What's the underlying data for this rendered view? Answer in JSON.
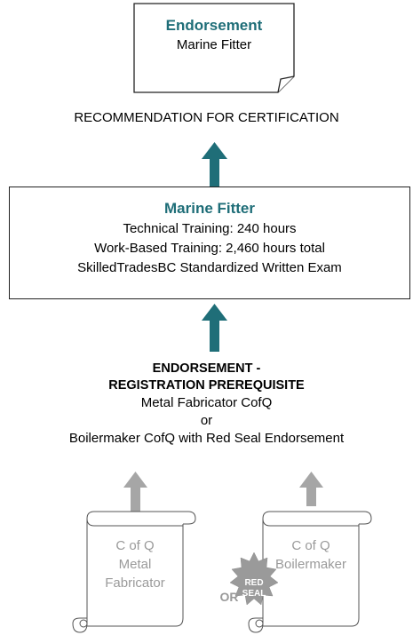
{
  "endorsement": {
    "title": "Endorsement",
    "subtitle": "Marine Fitter"
  },
  "recommendation": "RECOMMENDATION FOR CERTIFICATION",
  "main": {
    "title": "Marine Fitter",
    "technical_training": "Technical Training:  240 hours",
    "work_based_training": "Work-Based Training:  2,460 hours total",
    "exam": "SkilledTradesBC Standardized Written Exam"
  },
  "prerequisite": {
    "heading_line1": "ENDORSEMENT -",
    "heading_line2": "REGISTRATION PREREQUISITE",
    "option1": "Metal Fabricator CofQ",
    "or": "or",
    "option2": "Boilermaker CofQ with Red Seal Endorsement"
  },
  "certificates": {
    "left": {
      "line1": "C of Q",
      "line2": "Metal",
      "line3": "Fabricator"
    },
    "right": {
      "line1": "C of Q",
      "line2": "Boilermaker"
    },
    "or_label": "OR",
    "seal_line1": "RED",
    "seal_line2": "SEAL"
  },
  "colors": {
    "teal": "#1f6e78",
    "gray": "#a6a6a6"
  }
}
